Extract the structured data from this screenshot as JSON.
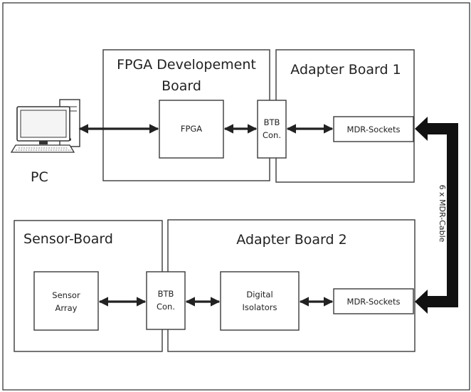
{
  "diagram": {
    "pc_label": "PC",
    "fpga_board_title_line1": "FPGA Developement",
    "fpga_board_title_line2": "Board",
    "fpga_chip": "FPGA",
    "btb_top_line1": "BTB",
    "btb_top_line2": "Con.",
    "adapter1_title": "Adapter Board 1",
    "mdr_sockets_top": "MDR-Sockets",
    "cable_label": "6 x MDR-Cable",
    "sensor_board_title": "Sensor-Board",
    "sensor_array_line1": "Sensor",
    "sensor_array_line2": "Array",
    "btb_bottom_line1": "BTB",
    "btb_bottom_line2": "Con.",
    "adapter2_title": "Adapter Board 2",
    "isolators_line1": "Digital",
    "isolators_line2": "Isolators",
    "mdr_sockets_bottom": "MDR-Sockets"
  },
  "colors": {
    "line": "#2a2a2a",
    "cable": "#111111",
    "monitor_screen": "#f4f4f4"
  },
  "icons": [
    "desktop-computer-icon"
  ]
}
